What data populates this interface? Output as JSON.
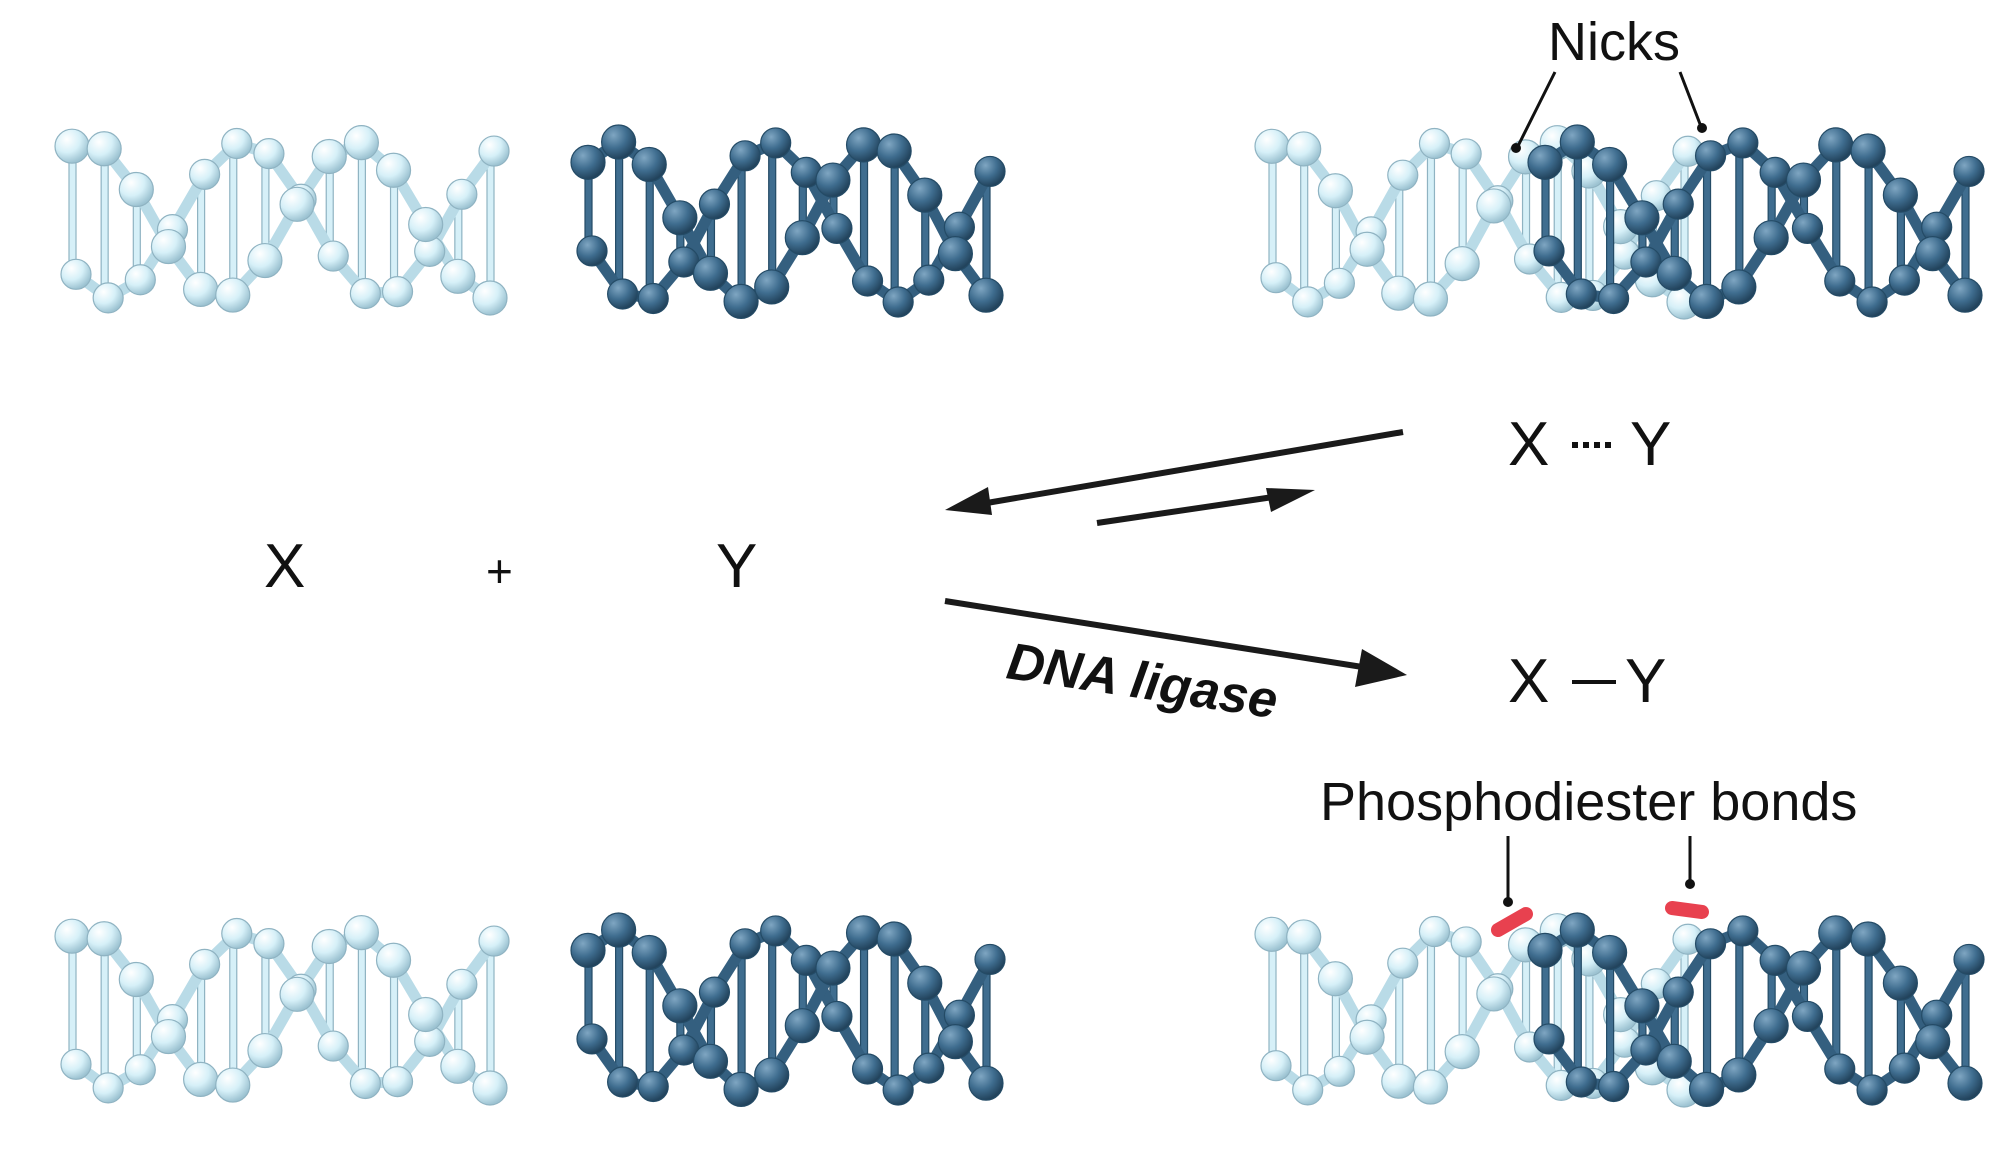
{
  "labels": {
    "x": "X",
    "plus": "+",
    "y": "Y",
    "x_right": "X",
    "y_right": "Y",
    "nicks": "Nicks",
    "enzyme": "DNA ligase",
    "phosphodiester": "Phosphodiester bonds"
  },
  "colors": {
    "strand_x_fill": "#d6f0f8",
    "strand_x_stroke": "#8fb3c2",
    "strand_y_fill": "#3f6d8f",
    "strand_y_stroke": "#244b66",
    "bond": "#e8414f",
    "arrow": "#1a1a1a"
  },
  "icons": {
    "dna_fragment_x": "light-blue-dna-helix",
    "dna_fragment_y": "dark-blue-dna-helix"
  }
}
